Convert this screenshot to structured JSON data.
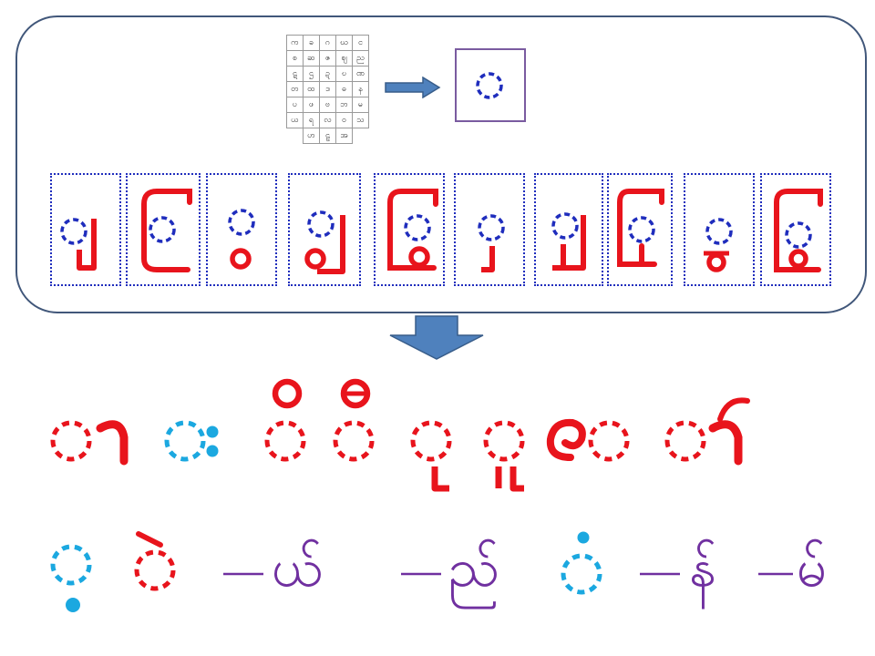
{
  "colors": {
    "frame": "#41577a",
    "arrow_fill": "#4f81bd",
    "arrow_stroke": "#385d8a",
    "target_box": "#7a5ba0",
    "placeholder_blue": "#1f2dbd",
    "glyph_red": "#e8141c",
    "glyph_cyan": "#1ba8e0",
    "glyph_purple": "#7030a0"
  },
  "consonant_grid": [
    [
      "က",
      "ခ",
      "ဂ",
      "ဃ",
      "င"
    ],
    [
      "စ",
      "ဆ",
      "ဇ",
      "ဈ",
      "ည"
    ],
    [
      "ဋ",
      "ဌ",
      "ဍ",
      "ဎ",
      "ဏ"
    ],
    [
      "တ",
      "ထ",
      "ဒ",
      "ဓ",
      "န"
    ],
    [
      "ပ",
      "ဖ",
      "ဗ",
      "ဘ",
      "မ"
    ],
    [
      "ယ",
      "ရ",
      "လ",
      "ဝ",
      "သ"
    ],
    [
      "",
      "ဟ",
      "ဠ",
      "အ",
      ""
    ]
  ],
  "medial_cards": [
    {
      "icon": "medial-ya-pin-icon"
    },
    {
      "icon": "medial-ya-yit-icon"
    },
    {
      "icon": "medial-wa-hswe-icon"
    },
    {
      "icon": "medial-ya-pin-wa-hswe-icon"
    },
    {
      "icon": "medial-ya-yit-wa-hswe-icon"
    },
    {
      "icon": "medial-ha-htoe-icon"
    },
    {
      "icon": "medial-ya-pin-ha-htoe-icon"
    },
    {
      "icon": "medial-ya-yit-ha-htoe-icon"
    },
    {
      "icon": "medial-wa-hswe-ha-htoe-icon"
    },
    {
      "icon": "medial-ya-yit-wa-hswe-ha-htoe-icon"
    }
  ],
  "vowel_row_1": [
    {
      "icon": "vowel-aa-icon"
    },
    {
      "icon": "visarga-icon"
    },
    {
      "icon": "vowel-i-icon"
    },
    {
      "icon": "vowel-ii-icon"
    },
    {
      "icon": "vowel-u-icon"
    },
    {
      "icon": "vowel-uu-icon"
    },
    {
      "icon": "vowel-e-icon"
    },
    {
      "icon": "vowel-aw-icon"
    }
  ],
  "vowel_row_2": {
    "dot_below_icon": "dot-below-icon",
    "ai_icon": "vowel-ai-icon",
    "anusvara_icon": "anusvara-icon",
    "final_yay": "ယ်",
    "final_nya": "ည်",
    "final_na": "န်",
    "final_ma": "မ်"
  }
}
